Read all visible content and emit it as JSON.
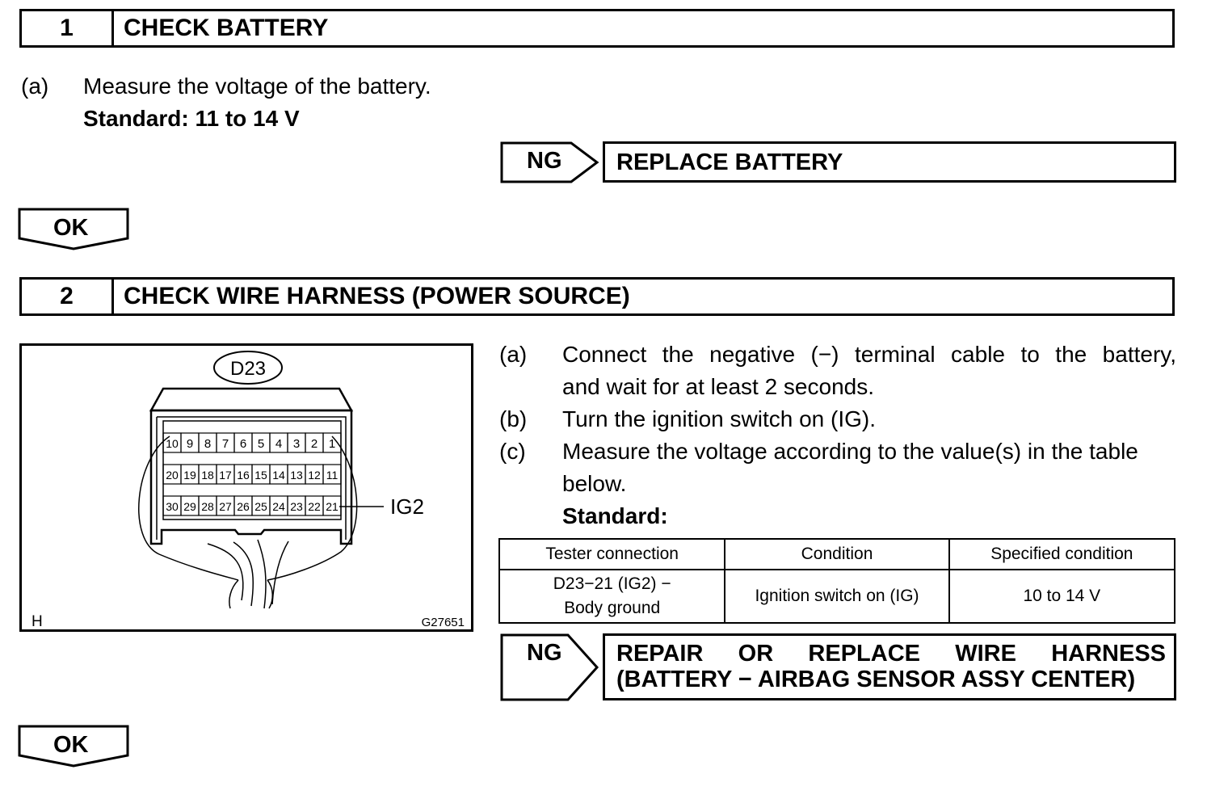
{
  "step1": {
    "number": "1",
    "title": "CHECK BATTERY",
    "item_a_marker": "(a)",
    "item_a_text": "Measure the voltage of the battery.",
    "standard": "Standard: 11 to 14 V",
    "ng_label": "NG",
    "ng_action": "REPLACE BATTERY",
    "ok_label": "OK"
  },
  "step2": {
    "number": "2",
    "title": "CHECK WIRE HARNESS (POWER SOURCE)",
    "items": [
      {
        "marker": "(a)",
        "lines": [
          "Connect the negative (−) terminal cable to the battery,",
          "and wait for at least 2 seconds."
        ]
      },
      {
        "marker": "(b)",
        "lines": [
          "Turn the ignition switch on (IG)."
        ]
      },
      {
        "marker": "(c)",
        "lines": [
          "Measure the voltage according to the value(s) in the table",
          "below."
        ]
      }
    ],
    "standard_label": "Standard:",
    "table": {
      "headers": [
        "Tester connection",
        "Condition",
        "Specified condition"
      ],
      "row": {
        "tester_line1": "D23−21 (IG2) −",
        "tester_line2": "Body ground",
        "condition": "Ignition switch on (IG)",
        "specified": "10 to 14 V"
      }
    },
    "ng_label": "NG",
    "ng_action_line1": "REPAIR OR REPLACE WIRE HARNESS",
    "ng_action_line2": "(BATTERY − AIRBAG SENSOR ASSY CENTER)",
    "ok_label": "OK"
  },
  "figure": {
    "connector_id": "D23",
    "terminal_label": "IG2",
    "corner_mark": "H",
    "figure_code": "G27651",
    "row1_pins": [
      "10",
      "9",
      "8",
      "7",
      "6",
      "5",
      "4",
      "3",
      "2",
      "1"
    ],
    "row2_pins": [
      "20",
      "19",
      "18",
      "17",
      "16",
      "15",
      "14",
      "13",
      "12",
      "11"
    ],
    "row3_pins": [
      "30",
      "29",
      "28",
      "27",
      "26",
      "25",
      "24",
      "23",
      "22",
      "21"
    ]
  }
}
